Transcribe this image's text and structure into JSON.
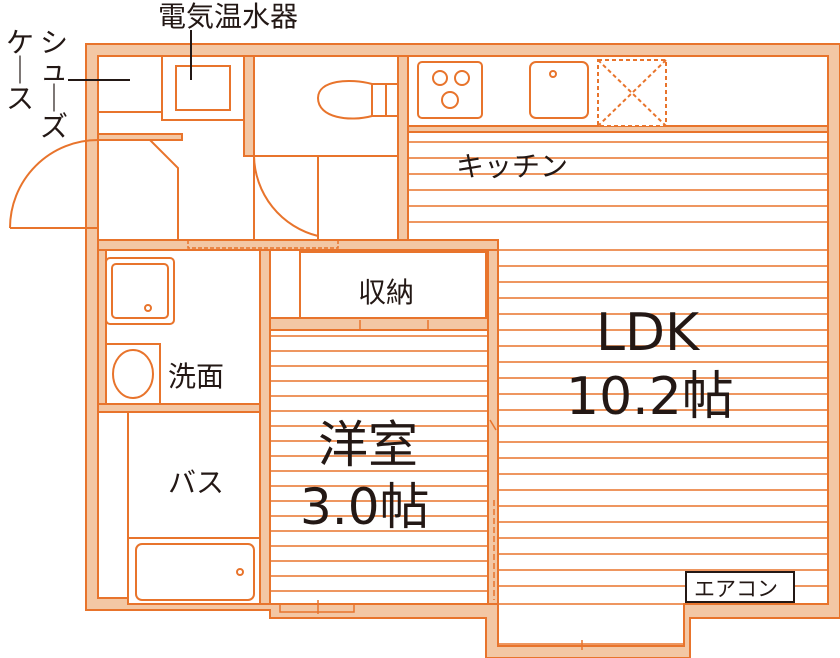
{
  "colors": {
    "wall": "#e8742c",
    "wall_fill": "#f3c7a4",
    "text": "#231815"
  },
  "labels": {
    "water_heater": "電気温水器",
    "shoe_case": "シューズケース",
    "kitchen": "キッチン",
    "storage": "収納",
    "washroom": "洗面",
    "bath": "バス",
    "western_room": "洋室",
    "western_room_size": "3.0帖",
    "ldk": "LDK",
    "ldk_size": "10.2帖",
    "aircon": "エアコン"
  }
}
